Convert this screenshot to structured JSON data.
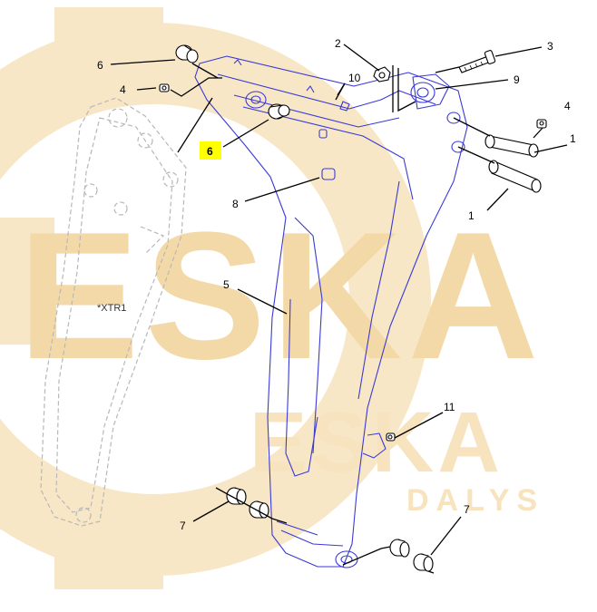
{
  "watermark": {
    "brand_big": "ESKA",
    "brand_small": "ESKA",
    "sub": "DALYS",
    "color": "#f6dfb4"
  },
  "colors": {
    "part_outline": "#3a3ad6",
    "ghost_outline": "#b8b8b8",
    "leader": "#000000",
    "highlight": "#ffff00"
  },
  "reference_label": "*XTR1",
  "callouts": {
    "c1a": "1",
    "c1b": "1",
    "c2": "2",
    "c3": "3",
    "c4a": "4",
    "c4b": "4",
    "c5": "5",
    "c6a": "6",
    "c6b": "6",
    "c7a": "7",
    "c7b": "7",
    "c8": "8",
    "c9": "9",
    "c10": "10",
    "c11": "11"
  }
}
